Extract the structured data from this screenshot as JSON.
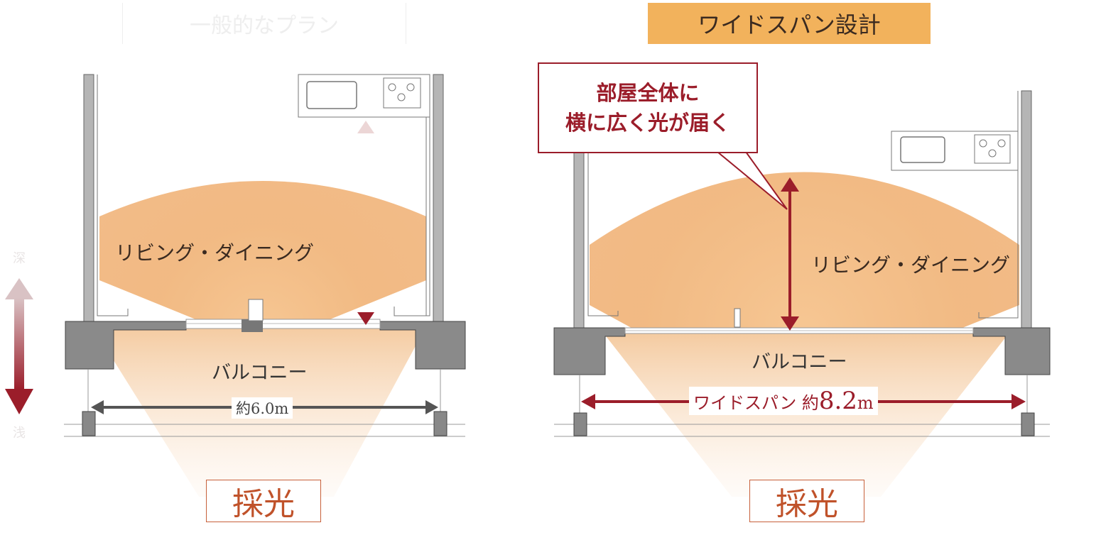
{
  "left_plan": {
    "title": "一般的なプラン",
    "room_label": "リビング・ダイニング",
    "balcony_label": "バルコニー",
    "width_label": "約6.0m",
    "light_label": "採光"
  },
  "right_plan": {
    "title": "ワイドスパン設計",
    "callout_line1": "部屋全体に",
    "callout_line2": "横に広く光が届く",
    "room_label": "リビング・ダイニング",
    "balcony_label": "バルコニー",
    "width_prefix": "ワイドスパン 約",
    "width_number": "8.2",
    "width_unit": "m",
    "light_label": "採光"
  },
  "side_axis": {
    "top": "深",
    "bottom": "浅"
  },
  "colors": {
    "accent": "#9b1d2a",
    "title_bg": "#f2b25c",
    "light_glow": "#eeaa66",
    "wall": "#9e9e9e",
    "wall_dark": "#555555"
  }
}
